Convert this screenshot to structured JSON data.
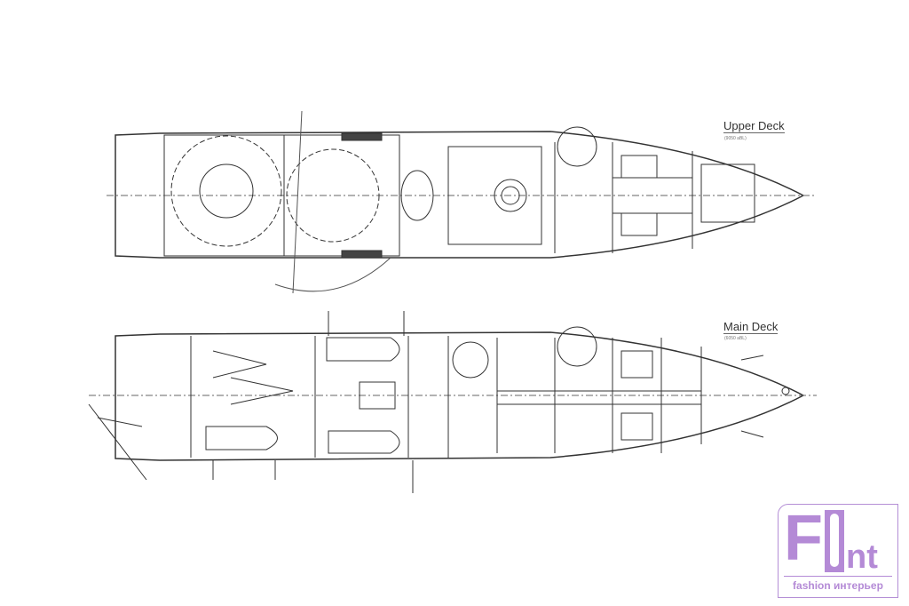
{
  "decks": [
    {
      "name": "Upper Deck",
      "elevation": "(9050 aBL)"
    },
    {
      "name": "Main Deck",
      "elevation": "(6050 aBL)"
    }
  ],
  "logo": {
    "brand": "Flint",
    "tagline": "fashion интерьер",
    "color": "#b48ad6"
  }
}
